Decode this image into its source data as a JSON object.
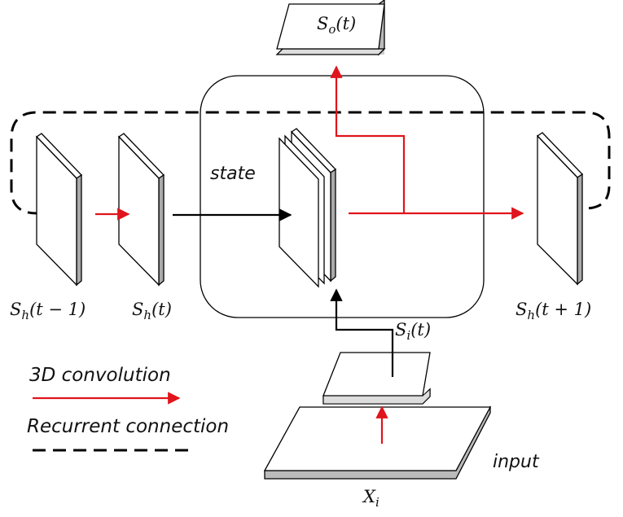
{
  "labels": {
    "s_o": {
      "base": "S",
      "sub": "o",
      "arg": "(t)"
    },
    "s_h_prev": {
      "base": "S",
      "sub": "h",
      "arg": "(t − 1)"
    },
    "s_h_curr": {
      "base": "S",
      "sub": "h",
      "arg": "(t)"
    },
    "s_h_next": {
      "base": "S",
      "sub": "h",
      "arg": "(t + 1)"
    },
    "s_i": {
      "base": "S",
      "sub": "i",
      "arg": "(t)"
    },
    "x_i": {
      "base": "X",
      "sub": "i"
    },
    "state": "state",
    "input": "input"
  },
  "legend": {
    "conv": "3D convolution",
    "recurrent": "Recurrent connection"
  },
  "colors": {
    "conv": "#e0141c",
    "recurrent": "#000000",
    "stroke": "#000000"
  }
}
